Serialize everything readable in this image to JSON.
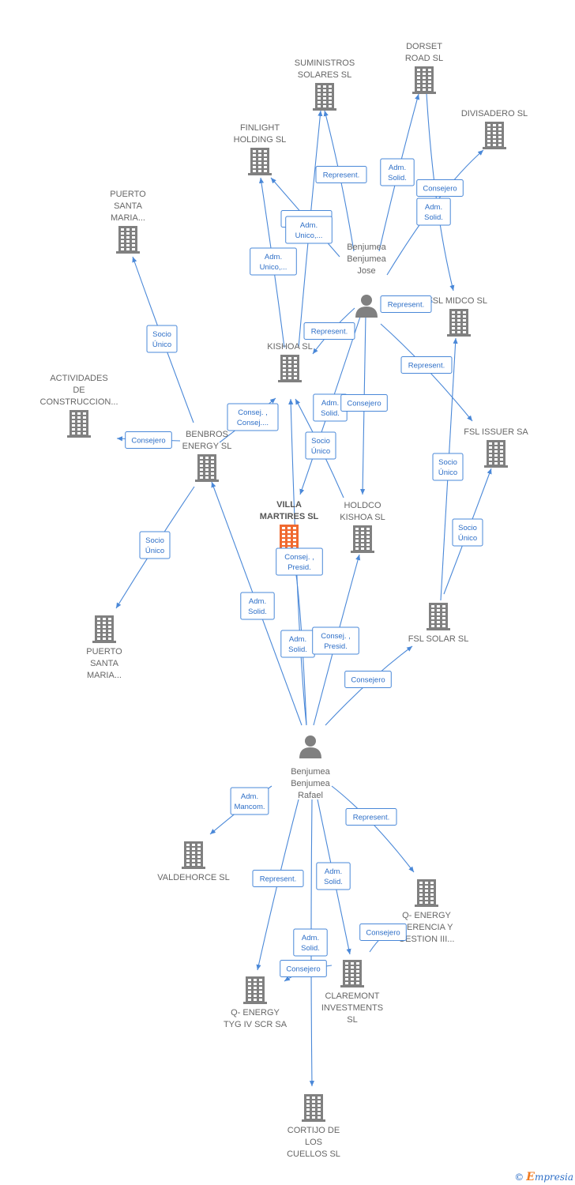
{
  "colors": {
    "building": "#808080",
    "building_main": "#f06a30",
    "person": "#808080",
    "edge": "#4a88d8",
    "edge_text": "#2e6fc7"
  },
  "nodes": [
    {
      "id": "suministros",
      "type": "company",
      "lines": [
        "SUMINISTROS",
        "SOLARES SL"
      ]
    },
    {
      "id": "dorset",
      "type": "company",
      "lines": [
        "DORSET",
        "ROAD  SL"
      ]
    },
    {
      "id": "divisadero",
      "type": "company",
      "lines": [
        "DIVISADERO  SL"
      ]
    },
    {
      "id": "finlight",
      "type": "company",
      "lines": [
        "FINLIGHT",
        "HOLDING  SL"
      ]
    },
    {
      "id": "puerto1",
      "type": "company",
      "lines": [
        "PUERTO",
        "SANTA",
        "MARIA..."
      ]
    },
    {
      "id": "jose",
      "type": "person",
      "lines": [
        "Benjumea",
        "Benjumea",
        "Jose"
      ]
    },
    {
      "id": "fslmidco",
      "type": "company",
      "lines": [
        "FSL MIDCO  SL"
      ]
    },
    {
      "id": "kishoa",
      "type": "company",
      "lines": [
        "KISHOA  SL"
      ]
    },
    {
      "id": "actividades",
      "type": "company",
      "lines": [
        "ACTIVIDADES",
        "DE",
        "CONSTRUCCION..."
      ]
    },
    {
      "id": "benbros",
      "type": "company",
      "lines": [
        "BENBROS",
        "ENERGY  SL"
      ]
    },
    {
      "id": "fslissuer",
      "type": "company",
      "lines": [
        "FSL ISSUER SA"
      ]
    },
    {
      "id": "villa",
      "type": "company-main",
      "lines": [
        "VILLA",
        "MARTIRES  SL"
      ]
    },
    {
      "id": "holdco",
      "type": "company",
      "lines": [
        "HOLDCO",
        "KISHOA  SL"
      ]
    },
    {
      "id": "puerto2",
      "type": "company",
      "lines": [
        "PUERTO",
        "SANTA",
        "MARIA..."
      ]
    },
    {
      "id": "fslsolar",
      "type": "company",
      "lines": [
        "FSL SOLAR  SL"
      ]
    },
    {
      "id": "rafael",
      "type": "person",
      "lines": [
        "Benjumea",
        "Benjumea",
        "Rafael"
      ]
    },
    {
      "id": "valdehorce",
      "type": "company",
      "lines": [
        "VALDEHORCE SL"
      ]
    },
    {
      "id": "qenergy_ger",
      "type": "company",
      "lines": [
        "Q- ENERGY",
        "GERENCIA Y",
        "GESTION III..."
      ]
    },
    {
      "id": "claremont",
      "type": "company",
      "lines": [
        "CLAREMONT",
        "INVESTMENTS",
        "SL"
      ]
    },
    {
      "id": "qenergy_tyg",
      "type": "company",
      "lines": [
        "Q- ENERGY",
        "TYG IV SCR SA"
      ]
    },
    {
      "id": "cortijo",
      "type": "company",
      "lines": [
        "CORTIJO DE",
        "LOS",
        "CUELLOS  SL"
      ]
    }
  ],
  "edges": [
    {
      "from": "jose",
      "to": "suministros",
      "label": [
        "Represent."
      ]
    },
    {
      "from": "jose",
      "to": "dorset",
      "label": [
        "Adm.",
        "Solid."
      ]
    },
    {
      "from": "jose",
      "to": "divisadero",
      "label": [
        "Consejero"
      ]
    },
    {
      "from": "jose",
      "to": "finlight",
      "label": [
        "Represent."
      ]
    },
    {
      "from": "jose",
      "to": "fslmidco",
      "label": [
        "Represent."
      ]
    },
    {
      "from": "jose",
      "to": "kishoa",
      "label": [
        "Represent."
      ]
    },
    {
      "from": "jose",
      "to": "villa",
      "label": [
        "Adm.",
        "Solid."
      ]
    },
    {
      "from": "jose",
      "to": "holdco",
      "label": [
        "Consejero"
      ]
    },
    {
      "from": "jose",
      "to": "fslissuer",
      "label": [
        "Represent."
      ]
    },
    {
      "from": "dorset",
      "to": "fslmidco",
      "label": [
        "Adm.",
        "Solid."
      ]
    },
    {
      "from": "kishoa",
      "to": "suministros",
      "label": [
        "Adm.",
        "Unico,..."
      ]
    },
    {
      "from": "kishoa",
      "to": "finlight",
      "label": [
        "Adm.",
        "Unico,..."
      ]
    },
    {
      "from": "benbros",
      "to": "puerto1",
      "label": [
        "Socio",
        "Único"
      ]
    },
    {
      "from": "benbros",
      "to": "actividades",
      "label": [
        "Consejero"
      ]
    },
    {
      "from": "benbros",
      "to": "kishoa",
      "label": [
        "Consej. ,",
        "Consej...."
      ]
    },
    {
      "from": "benbros",
      "to": "puerto2",
      "label": [
        "Socio",
        "Único"
      ]
    },
    {
      "from": "holdco",
      "to": "kishoa",
      "label": [
        "Socio",
        "Único"
      ]
    },
    {
      "from": "fslsolar",
      "to": "fslmidco",
      "label": [
        "Socio",
        "Único"
      ]
    },
    {
      "from": "fslsolar",
      "to": "fslissuer",
      "label": [
        "Socio",
        "Único"
      ]
    },
    {
      "from": "rafael",
      "to": "kishoa",
      "label": [
        "Adm.",
        "Solid."
      ]
    },
    {
      "from": "rafael",
      "to": "benbros",
      "label": [
        "Adm.",
        "Solid."
      ]
    },
    {
      "from": "rafael",
      "to": "villa",
      "label": [
        "Consej. ,",
        "Presid."
      ]
    },
    {
      "from": "rafael",
      "to": "holdco",
      "label": [
        "Consej. ,",
        "Presid."
      ]
    },
    {
      "from": "rafael",
      "to": "fslsolar",
      "label": [
        "Consejero"
      ]
    },
    {
      "from": "rafael",
      "to": "valdehorce",
      "label": [
        "Adm.",
        "Mancom."
      ]
    },
    {
      "from": "rafael",
      "to": "qenergy_ger",
      "label": [
        "Represent."
      ]
    },
    {
      "from": "rafael",
      "to": "claremont",
      "label": [
        "Adm.",
        "Solid."
      ]
    },
    {
      "from": "rafael",
      "to": "qenergy_tyg",
      "label": [
        "Represent."
      ]
    },
    {
      "from": "rafael",
      "to": "cortijo",
      "label": [
        "Adm.",
        "Solid."
      ]
    },
    {
      "from": "claremont",
      "to": "qenergy_ger",
      "label": [
        "Consejero"
      ]
    },
    {
      "from": "claremont",
      "to": "qenergy_tyg",
      "label": [
        "Consejero"
      ]
    }
  ],
  "footer": {
    "copyright_symbol": "©",
    "brand": "mpresia",
    "brand_initial": "E"
  }
}
